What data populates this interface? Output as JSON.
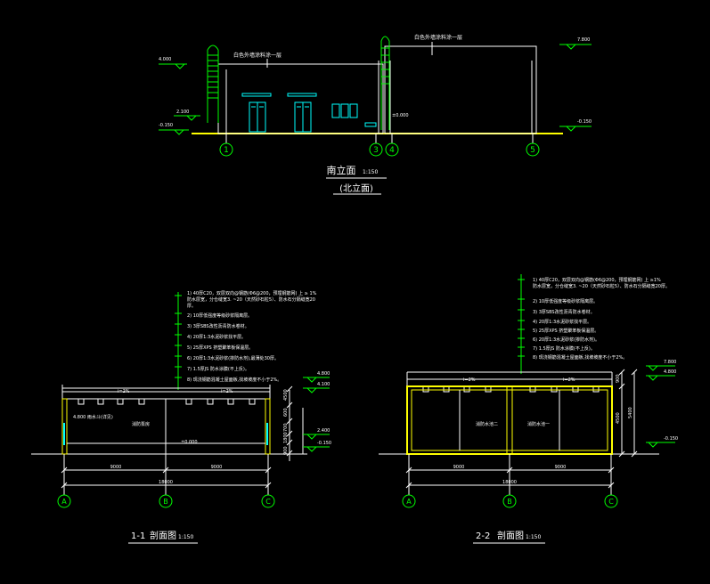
{
  "colors": {
    "background": "#000000",
    "white": "#ffffff",
    "green": "#00ff00",
    "yellow": "#ffff00",
    "cyan": "#00ffff",
    "dim": "#c8c8c8"
  },
  "elevation": {
    "title": "南立面",
    "title_scale": "1:150",
    "subtitle": "(北立面)",
    "note_left": "白色外墙涂料涂一层",
    "note_right": "白色外墙涂料涂一层",
    "levels": {
      "left_top": "4.000",
      "left_mid": "2.100",
      "left_ground": "-0.150",
      "right_top": "7.800",
      "right_ground": "-0.150",
      "mid": "±0.000"
    },
    "axes": [
      "1",
      "3",
      "4",
      "5"
    ]
  },
  "section1": {
    "title": "1-1",
    "title_text": "剖面图",
    "title_scale": "1:150",
    "notes": [
      "1) 40厚C20，双层双向@钢筋(Φ6@200，预埋钢筋网) 上  ≥ 1%",
      "   防水层宽，分仓缝宽3. ~20（天然砂石粒5）、防水石分隔缝宽20",
      "   厚。",
      "2) 10厚低强度等级砂浆隔离层。",
      "3) 3厚SBS改性沥青防水卷材。",
      "4) 20厚1:3水泥砂浆找平层。",
      "5) 25厚XPS 挤塑聚苯板保温层。",
      "6) 20厚1:3水泥砂浆(掺防水剂),最薄处30厚。",
      "7) 1.5厚JS 防水涂膜(不上反)。",
      "8) 现浇钢筋混凝土屋面板,找坡坡度不小于2%。"
    ],
    "room": "消防泵房",
    "room_left": "4.800  雨水斗(详见)",
    "dims_h": [
      "9000",
      "9000"
    ],
    "dim_total": "18000",
    "levels": [
      "4.800",
      "4.100",
      "2.400",
      "±0.000",
      "-0.150"
    ],
    "dims_v": [
      "4500",
      "600",
      "700",
      "1800",
      "900"
    ],
    "axes": [
      "A",
      "B",
      "C"
    ],
    "slope": "i=2%"
  },
  "section2": {
    "title": "2-2",
    "title_text": "剖面图",
    "title_scale": "1:150",
    "notes": [
      "1) 40厚C20，双层双向@钢筋(Φ6@200，预埋钢筋网) 上 ≥1%",
      "   防水层宽，分仓缝宽3. ~20（天然砂石粒5）、防水石分隔缝宽20厚。",
      "2) 10厚低强度等级砂浆隔离层。",
      "3) 3厚SBS改性沥青防水卷材。",
      "4) 20厚1:3水泥砂浆找平层。",
      "5) 25厚XPS 挤塑聚苯板保温层。",
      "6) 20厚1:3水泥砂浆(掺防水剂)。",
      "7) 1.5厚JS 防水涂膜(不上反)。",
      "8) 现浇钢筋混凝土屋面板,找坡坡度不小于2%。"
    ],
    "room_left": "消防水池二",
    "room_right": "消防水池一",
    "dims_h": [
      "9000",
      "9000"
    ],
    "dim_total": "18000",
    "levels": [
      "7.800",
      "4.800",
      "-0.150"
    ],
    "dims_v": [
      "900",
      "4500",
      "5400"
    ],
    "axes": [
      "A",
      "B",
      "C"
    ],
    "slope": "i=2%"
  }
}
